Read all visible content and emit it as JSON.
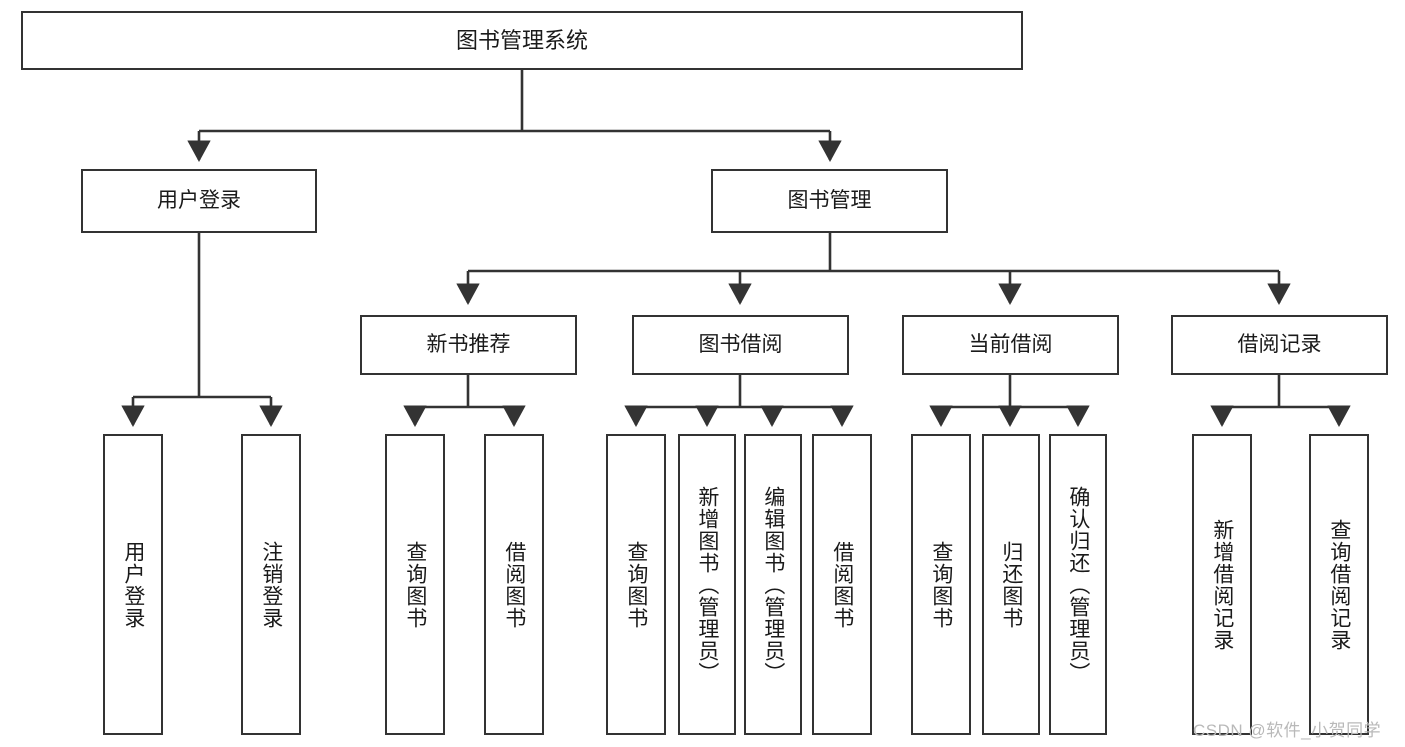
{
  "diagram": {
    "title": "图书管理系统",
    "watermark": "CSDN @软件_小贺同学",
    "colors": {
      "node_border": "#333333",
      "node_fill": "#ffffff",
      "edge": "#333333",
      "text": "#1a1a1a",
      "watermark": "#b9b9b9",
      "background": "#ffffff"
    },
    "nodes": {
      "root": {
        "label": "图书管理系统"
      },
      "level2": [
        {
          "label": "用户登录"
        },
        {
          "label": "图书管理"
        }
      ],
      "level3": [
        {
          "label": "新书推荐"
        },
        {
          "label": "图书借阅"
        },
        {
          "label": "当前借阅"
        },
        {
          "label": "借阅记录"
        }
      ],
      "leaves_user_login": [
        {
          "label": "用户登录"
        },
        {
          "label": "注销登录"
        }
      ],
      "leaves_new_book": [
        {
          "label": "查询图书"
        },
        {
          "label": "借阅图书"
        }
      ],
      "leaves_borrow": [
        {
          "label": "查询图书"
        },
        {
          "label": "新增图书（管理员）"
        },
        {
          "label": "编辑图书（管理员）"
        },
        {
          "label": "借阅图书"
        }
      ],
      "leaves_current": [
        {
          "label": "查询图书"
        },
        {
          "label": "归还图书"
        },
        {
          "label": "确认归还（管理员）"
        }
      ],
      "leaves_record": [
        {
          "label": "新增借阅记录"
        },
        {
          "label": "查询借阅记录"
        }
      ]
    }
  }
}
